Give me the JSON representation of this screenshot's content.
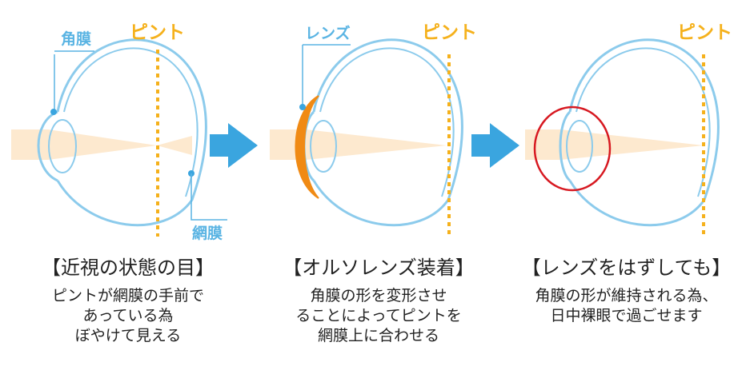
{
  "labels": {
    "cornea": "角膜",
    "retina": "網膜",
    "lens": "レンズ",
    "focus_1": "ピント",
    "focus_2": "ピント",
    "focus_3": "ピント"
  },
  "panels": [
    {
      "title": "【近視の状態の目】",
      "lines": [
        "ピントが網膜の手前で",
        "あっている為",
        "ぼやけて見える"
      ]
    },
    {
      "title": "【オルソレンズ装着】",
      "lines": [
        "角膜の形を変形させ",
        "ることによってピントを",
        "網膜上に合わせる"
      ]
    },
    {
      "title": "【レンズをはずしても】",
      "lines": [
        "角膜の形が維持される為、",
        "日中裸眼で過ごせます"
      ]
    }
  ],
  "colors": {
    "eye_outline": "#8ccbec",
    "focus_line": "#f5b11c",
    "light_beam": "#fde9cf",
    "arrow": "#3aa5df",
    "ortho_lens": "#f08a14",
    "highlight_circle": "#d71921"
  }
}
